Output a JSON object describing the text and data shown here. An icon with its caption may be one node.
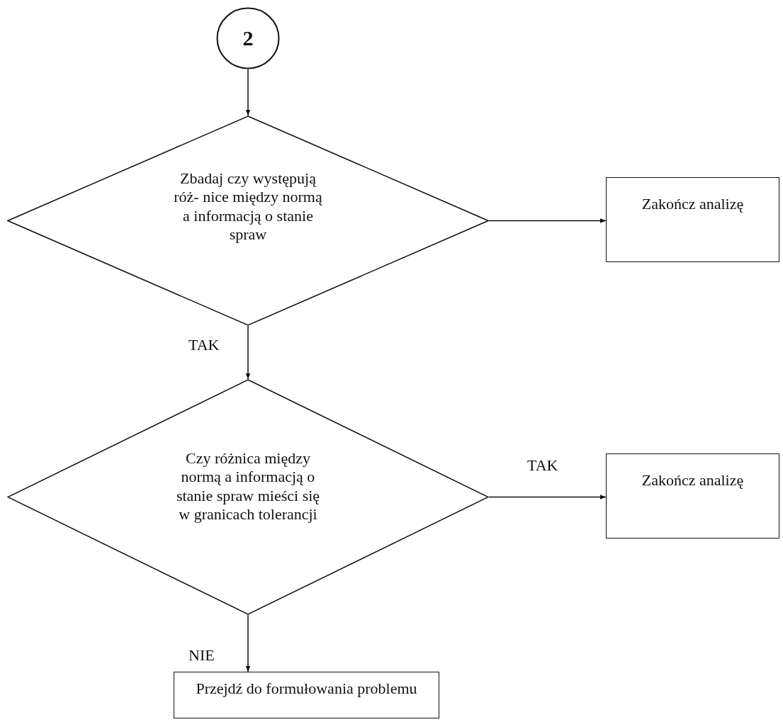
{
  "diagram": {
    "nodes": [
      {
        "text": [
          "2"
        ]
      },
      {
        "text": [
          "Zbadaj czy występują róż- nice między normą a informacją o stanie spraw"
        ]
      },
      {
        "text": [
          "Zakończ analizę"
        ]
      },
      {
        "text": [
          "Czy różnica między normą a informacją o stanie spraw mieści się w granicach tolerancji"
        ]
      },
      {
        "text": [
          "Zakończ analizę"
        ]
      },
      {
        "text": [
          "Przejdź do formułowania problemu"
        ]
      }
    ],
    "edges": [
      {
        "from": 0,
        "to": 1,
        "arrow": "to"
      },
      {
        "from": 1,
        "to": 2,
        "arrow": "to"
      },
      {
        "from": 1,
        "to": 3,
        "arrow": "to",
        "label": "TAK"
      },
      {
        "from": 3,
        "to": 4,
        "arrow": "to",
        "label": "TAK"
      },
      {
        "from": 3,
        "to": 5,
        "arrow": "to",
        "label": "NIE"
      }
    ]
  }
}
